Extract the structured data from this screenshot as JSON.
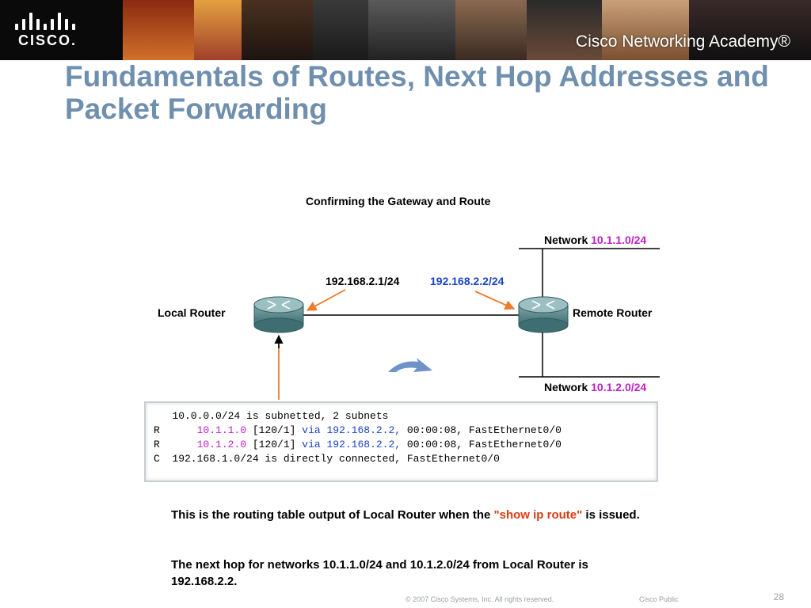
{
  "banner": {
    "logo_text": "CISCO.",
    "academy_text": "Cisco Networking Academy®"
  },
  "slide": {
    "title": "Fundamentals of Routes, Next Hop Addresses and Packet Forwarding"
  },
  "figure": {
    "title": "Confirming the Gateway and Route",
    "local_router_label": "Local Router",
    "remote_router_label": "Remote Router",
    "local_ip": "192.168.2.1/24",
    "remote_ip": "192.168.2.2/24",
    "network_top_prefix": "Network ",
    "network_top": "10.1.1.0/24",
    "network_bottom_prefix": "Network ",
    "network_bottom": "10.1.2.0/24"
  },
  "routing_table": {
    "line1": "   10.0.0.0/24 is subnetted, 2 subnets",
    "line2_code": "R",
    "line2_net": "10.1.1.0",
    "line2_metric": " [120/1] ",
    "line2_via": "via 192.168.2.2,",
    "line2_rest": " 00:00:08, FastEthernet0/0",
    "line3_code": "R",
    "line3_net": "10.1.2.0",
    "line3_metric": " [120/1] ",
    "line3_via": "via 192.168.2.2,",
    "line3_rest": " 00:00:08, FastEthernet0/0",
    "line4": "C  192.168.1.0/24 is directly connected, FastEthernet0/0"
  },
  "explanation": {
    "p1_before": "This is the routing table output of Local Router when the ",
    "p1_command": "\"show ip route\"",
    "p1_after": " is issued.",
    "p2": "The next hop for networks 10.1.1.0/24 and 10.1.2.0/24 from Local Router is 192.168.2.2."
  },
  "footer": {
    "copyright": "© 2007 Cisco Systems, Inc. All rights reserved.",
    "classification": "Cisco Public",
    "page_number": "28"
  },
  "colors": {
    "title": "#6f8fae",
    "magenta": "#c020c8",
    "blue": "#1a44c8",
    "orange_arrow": "#ee7a2a"
  }
}
